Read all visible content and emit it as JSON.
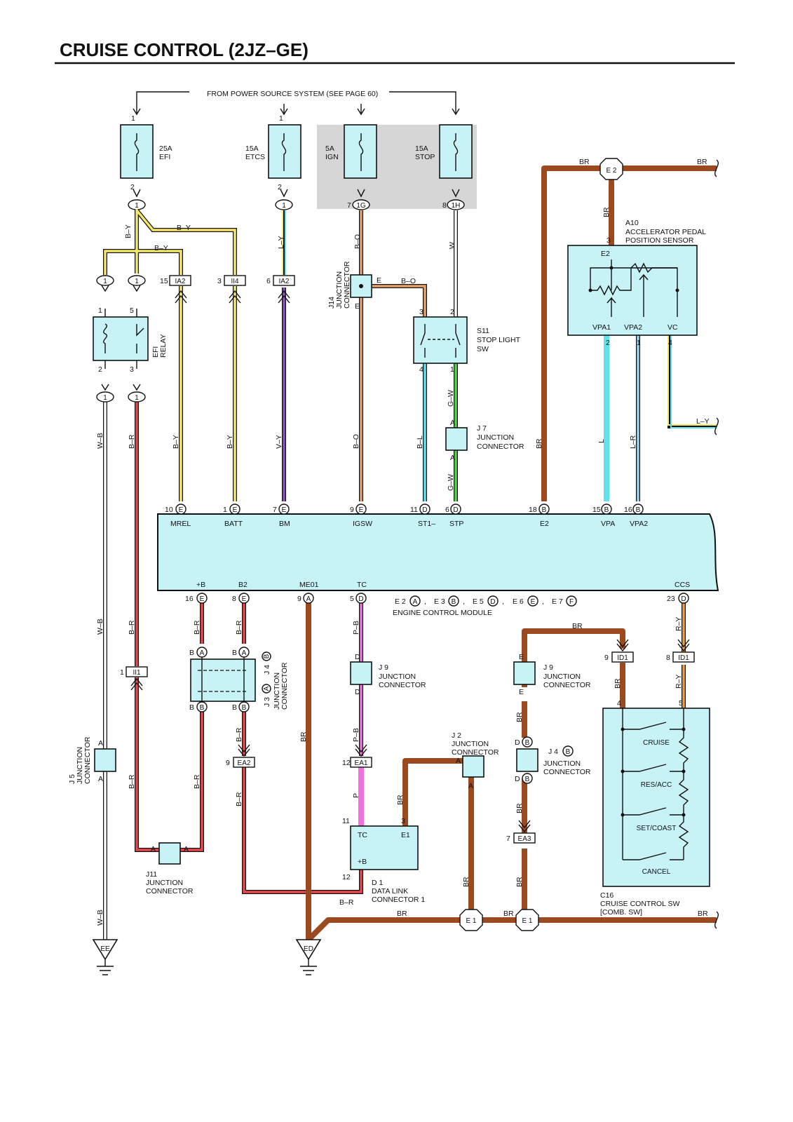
{
  "page_title": "CRUISE CONTROL (2JZ–GE)",
  "power_source_note": "FROM POWER SOURCE SYSTEM (SEE PAGE 60)",
  "fuses": [
    {
      "rating": "25A",
      "name": "EFI",
      "pin_in": "1",
      "pin_out": "2",
      "conn": "1"
    },
    {
      "rating": "15A",
      "name": "ETCS",
      "pin_in": "1",
      "pin_out": "2",
      "conn": "1"
    },
    {
      "rating": "5A",
      "name": "IGN",
      "pin_out": "7",
      "conn": "1G"
    },
    {
      "rating": "15A",
      "name": "STOP",
      "pin_out": "8",
      "conn": "1H"
    }
  ],
  "components": {
    "efi_relay": {
      "name": "EFI\nRELAY",
      "line1": "EFI",
      "line2": "RELAY",
      "pins": [
        "1",
        "5",
        "2",
        "3"
      ]
    },
    "j14": {
      "id": "J14",
      "line1": "JUNCTION",
      "line2": "CONNECTOR",
      "pin_a": "E",
      "pin_b": "E"
    },
    "s11": {
      "id": "S11",
      "line1": "STOP LIGHT",
      "line2": "SW",
      "pins": [
        "3",
        "2",
        "4",
        "1"
      ]
    },
    "j7": {
      "id": "J 7",
      "line1": "JUNCTION",
      "line2": "CONNECTOR",
      "pin_a": "A",
      "pin_b": "A"
    },
    "a10": {
      "id": "A10",
      "line1": "ACCELERATOR PEDAL",
      "line2": "POSITION SENSOR",
      "pin_top": "3",
      "e2": "E2",
      "vpa1": "VPA1",
      "vpa2": "VPA2",
      "vc": "VC",
      "pins": [
        "2",
        "1",
        "4"
      ]
    },
    "j5": {
      "id": "J 5",
      "line1": "JUNCTION",
      "line2": "CONNECTOR",
      "pin": "A"
    },
    "j11": {
      "id": "J11",
      "line1": "JUNCTION",
      "line2": "CONNECTOR",
      "pin": "A"
    },
    "j3j4": {
      "j3": "J 3",
      "j3_pin": "A",
      "j4": "J 4",
      "j4_pin": "B",
      "line1": "JUNCTION",
      "line2": "CONNECTOR",
      "pin_a": "A",
      "pin_b": "B"
    },
    "j9_left": {
      "id": "J 9",
      "line1": "JUNCTION",
      "line2": "CONNECTOR",
      "pin": "D"
    },
    "j9_right": {
      "id": "J 9",
      "line1": "JUNCTION",
      "line2": "CONNECTOR",
      "pin": "E"
    },
    "j2": {
      "id": "J 2",
      "line1": "JUNCTION",
      "line2": "CONNECTOR",
      "pin": "A"
    },
    "j4": {
      "id": "J 4",
      "pin_circle": "B",
      "line1": "JUNCTION",
      "line2": "CONNECTOR",
      "pin": "D",
      "pin_b": "B"
    },
    "d1": {
      "id": "D 1",
      "line1": "DATA LINK",
      "line2": "CONNECTOR 1",
      "tc": "TC",
      "e1": "E1",
      "b": "+B",
      "pins": [
        "11",
        "3",
        "12"
      ]
    },
    "c16": {
      "id": "C16",
      "line1": "CRUISE CONTROL SW",
      "line2": "[COMB.  SW]",
      "pins": [
        "4",
        "5"
      ],
      "switches": [
        "CRUISE",
        "RES/ACC",
        "SET/COAST",
        "CANCEL"
      ]
    }
  },
  "ecm": {
    "label": "ENGINE CONTROL MODULE",
    "top_terminals": [
      {
        "pin": "10",
        "conn": "E",
        "name": "MREL"
      },
      {
        "pin": "1",
        "conn": "E",
        "name": "BATT"
      },
      {
        "pin": "7",
        "conn": "E",
        "name": "BM"
      },
      {
        "pin": "9",
        "conn": "E",
        "name": "IGSW"
      },
      {
        "pin": "11",
        "conn": "D",
        "name": "ST1–"
      },
      {
        "pin": "6",
        "conn": "D",
        "name": "STP"
      },
      {
        "pin": "18",
        "conn": "B",
        "name": "E2"
      },
      {
        "pin": "15",
        "conn": "B",
        "name": "VPA"
      },
      {
        "pin": "16",
        "conn": "B",
        "name": "VPA2"
      }
    ],
    "bottom_terminals": [
      {
        "pin": "16",
        "conn": "E",
        "name": "+B"
      },
      {
        "pin": "8",
        "conn": "E",
        "name": "B2"
      },
      {
        "pin": "9",
        "conn": "A",
        "name": "ME01"
      },
      {
        "pin": "5",
        "conn": "D",
        "name": "TC"
      },
      {
        "pin": "23",
        "conn": "D",
        "name": "CCS"
      }
    ],
    "connector_legend": [
      {
        "name": "E 2",
        "letter": "A"
      },
      {
        "name": "E 3",
        "letter": "B"
      },
      {
        "name": "E 5",
        "letter": "D"
      },
      {
        "name": "E 6",
        "letter": "E"
      },
      {
        "name": "E 7",
        "letter": "F"
      }
    ]
  },
  "inline_connectors": [
    {
      "id": "IA2",
      "pin": "15"
    },
    {
      "id": "II4",
      "pin": "3"
    },
    {
      "id": "IA2",
      "pin": "6"
    },
    {
      "id": "II1",
      "pin": "1"
    },
    {
      "id": "EA2",
      "pin": "9"
    },
    {
      "id": "EA1",
      "pin": "12"
    },
    {
      "id": "EA3",
      "pin": "7"
    },
    {
      "id": "ID1",
      "pin": "9"
    },
    {
      "id": "ID1",
      "pin": "8"
    },
    {
      "id": "1",
      "pin": ""
    },
    {
      "id": "1",
      "pin": ""
    },
    {
      "id": "1",
      "pin": ""
    },
    {
      "id": "1",
      "pin": ""
    }
  ],
  "splices": {
    "e2": "E 2",
    "e1_left": "E 1",
    "e1_right": "E 1"
  },
  "grounds": {
    "ee": "EE",
    "ed": "ED"
  },
  "wire_labels": {
    "by": "B–Y",
    "bo": "B–O",
    "ly": "L–Y",
    "w": "W",
    "wb": "W–B",
    "br_red": "B–R",
    "vy": "V–Y",
    "bl": "B–L",
    "gw": "G–W",
    "br": "BR",
    "l": "L",
    "lr": "L–R",
    "pb": "P–B",
    "p": "P",
    "ry": "R–Y"
  },
  "colors": {
    "brown": "#9b4a1f",
    "yellow": "#f5e76c",
    "red": "#e6484d",
    "orange": "#e7a06b",
    "purple": "#8d4fb8",
    "cyan": "#5ee3ee",
    "green": "#58d64a",
    "pink": "#ee73dc",
    "lightblue": "#c8f3f6",
    "gray_box": "#d6d6d6"
  }
}
